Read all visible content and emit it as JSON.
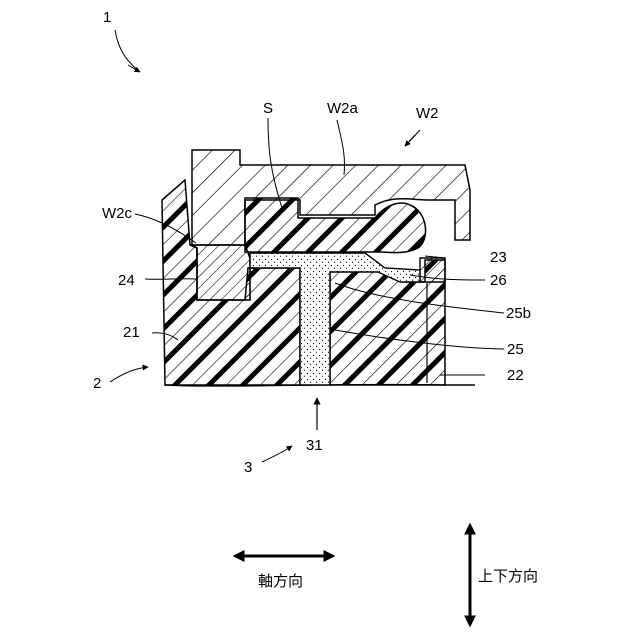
{
  "labels": {
    "fig_1": "1",
    "S": "S",
    "W2a": "W2a",
    "W2": "W2",
    "W2c": "W2c",
    "23": "23",
    "24": "24",
    "26": "26",
    "25b": "25b",
    "21": "21",
    "25": "25",
    "2": "2",
    "22": "22",
    "31": "31",
    "3": "3"
  },
  "directions": {
    "axial": "軸方向",
    "vertical": "上下方向"
  }
}
